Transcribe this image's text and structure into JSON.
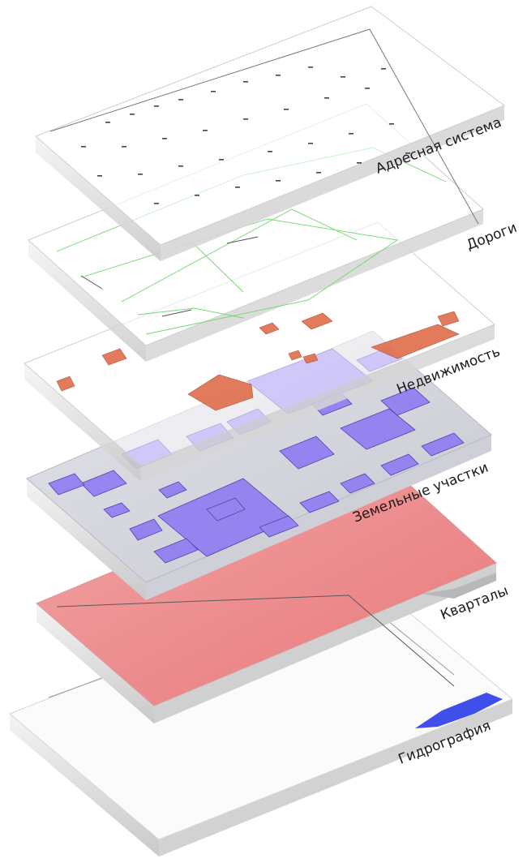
{
  "layers": [
    {
      "key": "address",
      "label": "Адресная система",
      "fill": "#ffffff"
    },
    {
      "key": "roads",
      "label": "Дороги",
      "fill": "#ffffff",
      "line_color": "#6fd86f"
    },
    {
      "key": "realty",
      "label": "Недвижимость",
      "fill": "#ffffff",
      "shape_color": "#e0704f"
    },
    {
      "key": "parcels",
      "label": "Земельные участки",
      "fill": "#d8d8e0",
      "shape_color": "#8f7cf2"
    },
    {
      "key": "blocks",
      "label": "Кварталы",
      "fill": "#ee8f90"
    },
    {
      "key": "hydro",
      "label": "Гидрография",
      "fill": "#ffffff",
      "shape_color": "#2a3de8"
    }
  ]
}
